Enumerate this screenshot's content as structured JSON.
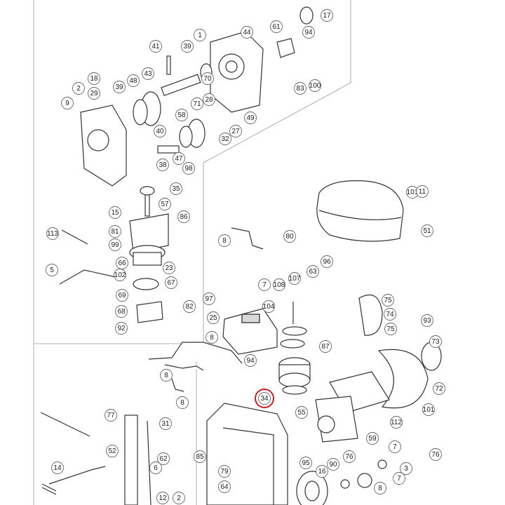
{
  "diagram": {
    "highlight_color": "#d02020",
    "highlighted_callout": "34",
    "callouts": [
      "17",
      "1",
      "44",
      "61",
      "94",
      "41",
      "39",
      "70",
      "43",
      "83",
      "100",
      "18",
      "2",
      "29",
      "39",
      "48",
      "9",
      "28",
      "71",
      "58",
      "27",
      "49",
      "40",
      "47",
      "38",
      "32",
      "98",
      "35",
      "57",
      "15",
      "86",
      "113",
      "81",
      "99",
      "8",
      "80",
      "66",
      "23",
      "5",
      "102",
      "67",
      "96",
      "63",
      "7",
      "108",
      "107",
      "69",
      "68",
      "82",
      "97",
      "25",
      "104",
      "92",
      "8",
      "94",
      "8",
      "8",
      "87",
      "75",
      "74",
      "75",
      "93",
      "73",
      "72",
      "101",
      "51",
      "101",
      "11",
      "34",
      "55",
      "59",
      "112",
      "77",
      "31",
      "52",
      "62",
      "85",
      "79",
      "6",
      "14",
      "12",
      "64",
      "95",
      "16",
      "90",
      "76",
      "7",
      "76",
      "3",
      "7",
      "8",
      "2"
    ]
  }
}
